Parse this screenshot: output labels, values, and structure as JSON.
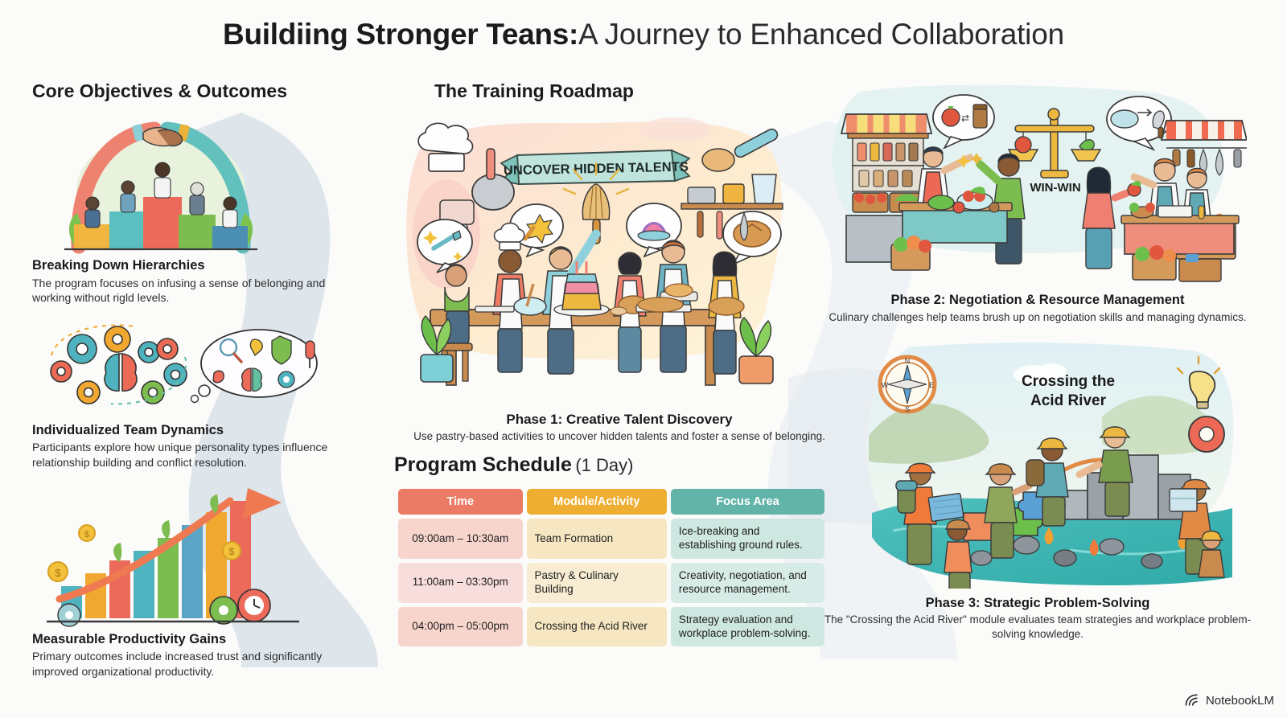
{
  "title": {
    "bold": "Buildiing Stronger Teans:",
    "light": "A Journey to Enhanced Collaboration"
  },
  "left": {
    "heading": "Core Objectives & Outcomes",
    "items": [
      {
        "title": "Breaking Down Hierarchies",
        "desc": "The program focuses on infusing a sense of belonging and working without rigld levels.",
        "illustration": "handshake-podium-team"
      },
      {
        "title": "Individualized Team Dynamics",
        "desc": "Participants explore how unique personality types influence relationship building and conflict resolution.",
        "illustration": "brain-gears-thought-bubble"
      },
      {
        "title": "Measurable Productivity Gains",
        "desc": "Primary outcomes include increased trust and significantly improved organizational productivity.",
        "illustration": "growth-bar-chart-arrow"
      }
    ]
  },
  "center": {
    "heading": "The Training Roadmap",
    "illustration": {
      "name": "culinary-team-kitchen",
      "banner_text": "UNCOVER HIDDEN TALENTS"
    },
    "phase": {
      "title": "Phase 1: Creative Talent Discovery",
      "desc": "Use pastry-based activities to uncover hidden talents and foster a sense of belonging."
    },
    "schedule": {
      "title": "Program Schedule",
      "subtitle": "(1 Day)",
      "columns": [
        "Time",
        "Module/Activity",
        "Focus Area"
      ],
      "rows": [
        {
          "time": "09:00am – 10:30am",
          "module": "Team Formation",
          "focus": "Ice-breaking and establishing ground rules."
        },
        {
          "time": "11:00am – 03:30pm",
          "module": "Pastry & Culinary Building",
          "focus": "Creativity, negotiation, and resource management."
        },
        {
          "time": "04:00pm – 05:00pm",
          "module": "Crossing the Acid River",
          "focus": "Strategy evaluation and workplace problem-solving."
        }
      ]
    }
  },
  "right": {
    "phase2": {
      "title": "Phase 2: Negotiation & Resource Management",
      "desc": "Culinary challenges help teams brush up on negotiation skills and managing dynamics.",
      "illustration": {
        "name": "market-negotiation-stalls",
        "label": "WIN-WIN"
      }
    },
    "phase3": {
      "title": "Phase 3: Strategic Problem-Solving",
      "desc": "The \"Crossing the Acid River\" module evaluates team strategies and workplace problem-solving knowledge.",
      "illustration": {
        "name": "acid-river-crossing",
        "label_line1": "Crossing the",
        "label_line2": "Acid River"
      }
    }
  },
  "watermark": {
    "text": "NotebookLM",
    "icon": "notebooklm-spiral-icon"
  },
  "colors": {
    "background": "#fbfbfa",
    "flow_ribbon": "#dce4ea",
    "header_time": "#ec7b65",
    "header_module": "#edae31",
    "header_focus": "#63b4a8",
    "cell_time": "#f7d5cd",
    "cell_module": "#f6e7c2",
    "cell_focus": "#cfe7e1",
    "text_dark": "#1b1b1b"
  }
}
